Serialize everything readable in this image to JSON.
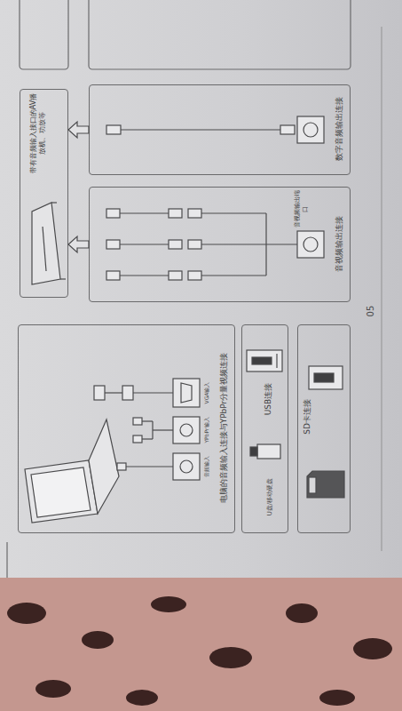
{
  "diagram": {
    "nodes": [
      {
        "text": [
          "电脑的音频输入连接与YPbPr分量视频连接"
        ]
      },
      {
        "text": [
          "USB连接"
        ]
      },
      {
        "text": [
          "SD卡连接"
        ]
      },
      {
        "text": [
          "带有音频输入接口的AV播放机、功放等"
        ]
      },
      {
        "text": [
          "音视频输出连接",
          "音视频输出端口"
        ]
      },
      {
        "text": [
          "数字音频输出连接"
        ]
      }
    ],
    "edges": [
      {
        "from": 4,
        "to": 3,
        "arrow": "to"
      },
      {
        "from": 5,
        "to": 3,
        "arrow": "to"
      }
    ],
    "labels": [
      "音频输入",
      "YPbPr输入",
      "VGA输入",
      "U盘/移动硬盘",
      "05"
    ]
  }
}
